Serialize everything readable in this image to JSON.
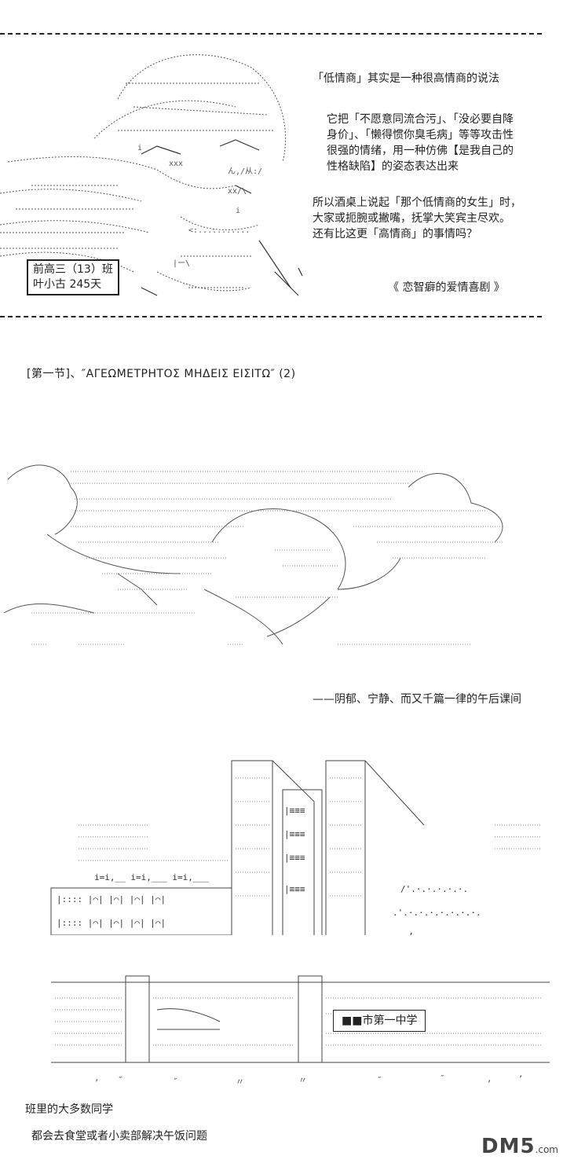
{
  "panel1": {
    "bubble1": "「低情商」其实是一种很高情商的说法",
    "bubble2": [
      "它把「不愿意同流合污」、「没必要自降",
      "身价」、「懒得惯你臭毛病」等等攻击性",
      "很强的情绪，用一种仿佛【是我自己的",
      "性格缺陷】的姿态表达出来"
    ],
    "bubble3": [
      "所以酒桌上说起「那个低情商的女生」时，",
      "大家或扼腕或撇嘴，抚掌大笑宾主尽欢。",
      "还有比这更「高情商」的事情吗？"
    ],
    "name_box": [
      "前高三（13）班",
      "叶小古 245天"
    ],
    "source": "《 恋智癖的爱情喜剧 》"
  },
  "section_title": "[第一节]、″ΑΓΕΩΜΕΤΡΗΤΟΣ ΜΗΔΕΙΣ ΕΙΣΙΤΩ″ (2)",
  "panel2": {
    "caption": "——阴郁、宁静、而又千篇一律的午后课间"
  },
  "panel3": {
    "school_sign": "■■市第一中学"
  },
  "footer": {
    "line1": "班里的大多数同学",
    "line2": "都会去食堂或者小卖部解决午饭问题"
  },
  "watermark": "DM5",
  "watermark_sub": ".com"
}
